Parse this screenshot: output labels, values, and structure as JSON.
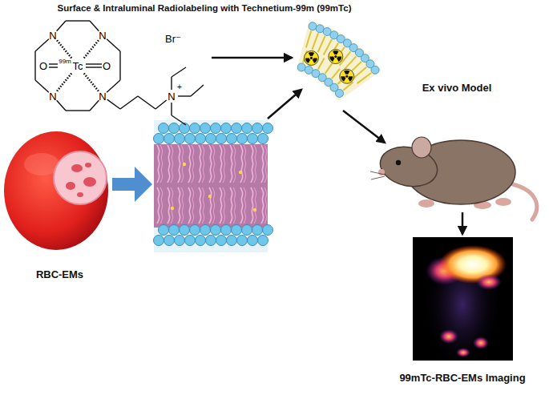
{
  "diagram": {
    "title": "Surface & Intraluminal Radiolabeling with Technetium-99m (99mTc)",
    "nodes": [
      {
        "text": [
          "RBC-EMs"
        ]
      },
      {
        "text": [
          "Ex vivo Model"
        ]
      },
      {
        "text": [
          "99mTc-RBC-EMs Imaging"
        ]
      }
    ],
    "edges": [
      {
        "from": 1,
        "to": 2,
        "arrow": "to"
      }
    ],
    "labels": [
      "N",
      "N",
      "N",
      "N",
      "O",
      "99m",
      "Tc",
      "O",
      "N",
      "+",
      "Br⁻"
    ]
  }
}
